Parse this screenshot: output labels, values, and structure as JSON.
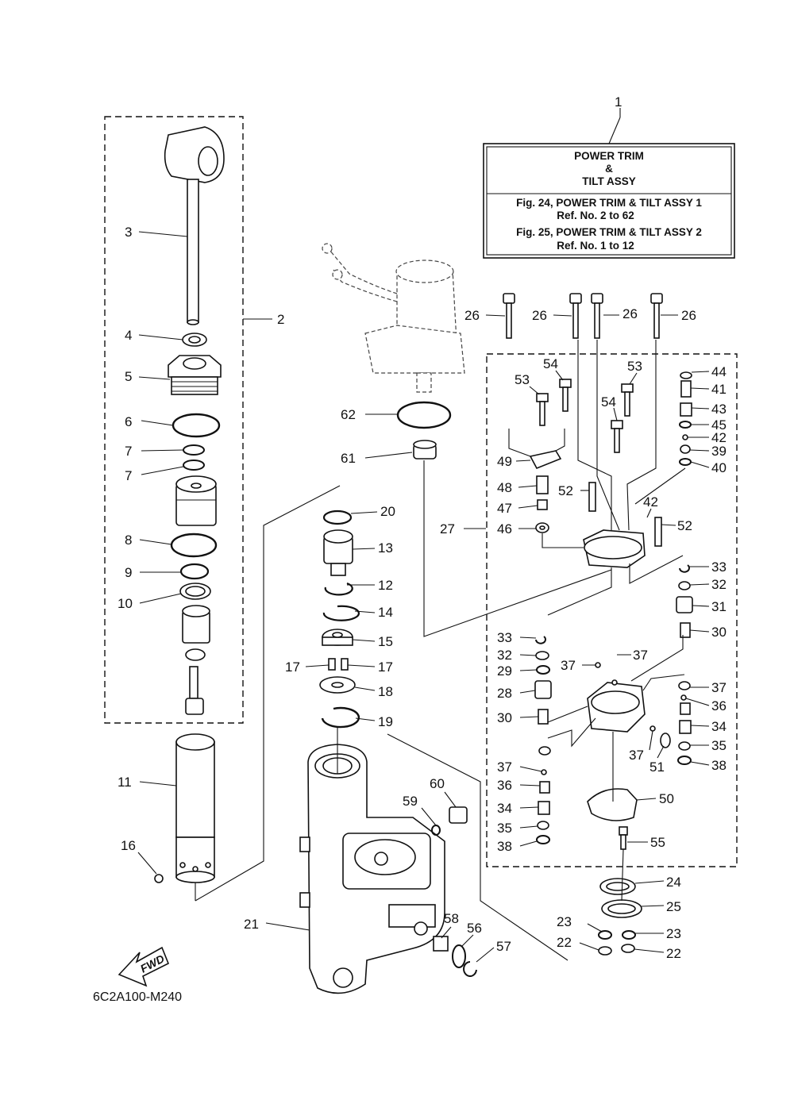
{
  "title_box": {
    "line1": "POWER TRIM",
    "line2": "&",
    "line3": "TILT ASSY",
    "ref1": "Fig. 24, POWER TRIM & TILT ASSY 1",
    "ref1_sub": "Ref. No. 2 to 62",
    "ref2": "Fig. 25, POWER TRIM & TILT ASSY 2",
    "ref2_sub": "Ref. No. 1 to 12"
  },
  "diagram_code": "6C2A100-M240",
  "fwd_label": "FWD",
  "callouts": [
    "1",
    "2",
    "3",
    "4",
    "5",
    "6",
    "7",
    "7",
    "8",
    "9",
    "10",
    "11",
    "16",
    "20",
    "13",
    "12",
    "14",
    "15",
    "17",
    "17",
    "18",
    "19",
    "21",
    "59",
    "60",
    "58",
    "56",
    "57",
    "62",
    "61",
    "26",
    "26",
    "26",
    "26",
    "53",
    "54",
    "53",
    "54",
    "49",
    "48",
    "47",
    "46",
    "52",
    "27",
    "42",
    "52",
    "44",
    "41",
    "43",
    "45",
    "42",
    "39",
    "40",
    "33",
    "32",
    "31",
    "30",
    "33",
    "32",
    "29",
    "28",
    "30",
    "37",
    "37",
    "37",
    "36",
    "34",
    "35",
    "38",
    "37",
    "51",
    "37",
    "36",
    "34",
    "35",
    "38",
    "50",
    "55",
    "24",
    "25",
    "23",
    "22",
    "23",
    "22"
  ]
}
